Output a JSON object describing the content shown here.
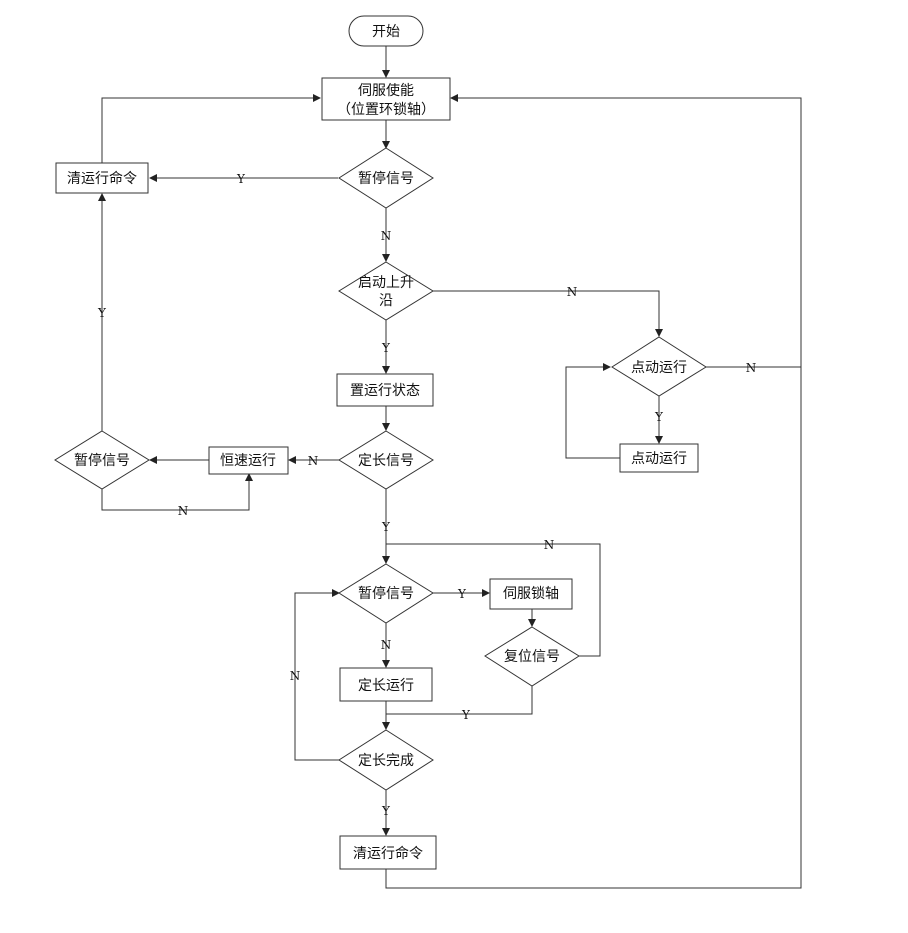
{
  "nodes": {
    "start": "开始",
    "servo_enable_1": "伺服使能",
    "servo_enable_2": "（位置环锁轴）",
    "pause_1": "暂停信号",
    "clear_cmd_top": "清运行命令",
    "start_rise_1": "启动上升",
    "start_rise_2": "沿",
    "set_run_state": "置运行状态",
    "jog_decision": "点动运行",
    "jog_box": "点动运行",
    "fixed_len_signal": "定长信号",
    "const_speed": "恒速运行",
    "pause_left": "暂停信号",
    "pause_3": "暂停信号",
    "servo_lock": "伺服锁轴",
    "reset_signal": "复位信号",
    "fixed_len_run": "定长运行",
    "fixed_len_done": "定长完成",
    "clear_cmd_bottom": "清运行命令"
  },
  "labels": {
    "yes": "Y",
    "no": "N"
  }
}
